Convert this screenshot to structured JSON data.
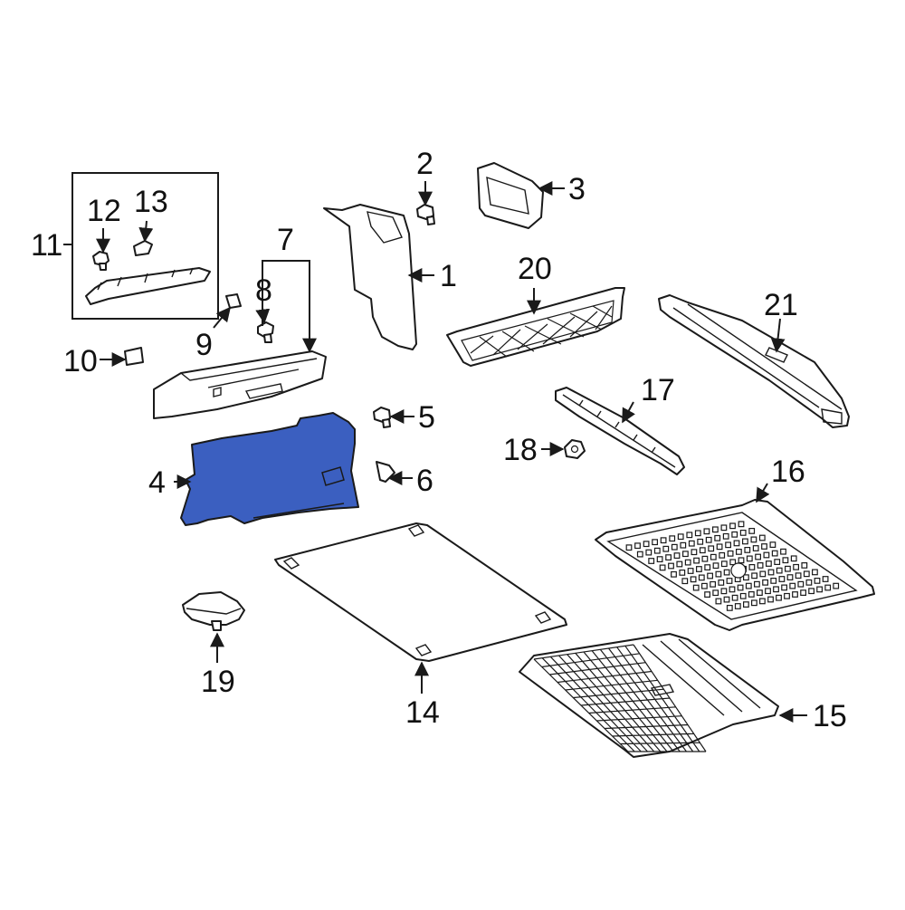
{
  "diagram": {
    "highlight_color": "#3b5fc0",
    "line_color": "#1a1a1a",
    "background_color": "#ffffff",
    "callouts": [
      {
        "id": "1",
        "label": "1"
      },
      {
        "id": "2",
        "label": "2"
      },
      {
        "id": "3",
        "label": "3"
      },
      {
        "id": "4",
        "label": "4"
      },
      {
        "id": "5",
        "label": "5"
      },
      {
        "id": "6",
        "label": "6"
      },
      {
        "id": "7",
        "label": "7"
      },
      {
        "id": "8",
        "label": "8"
      },
      {
        "id": "9",
        "label": "9"
      },
      {
        "id": "10",
        "label": "10"
      },
      {
        "id": "11",
        "label": "11"
      },
      {
        "id": "12",
        "label": "12"
      },
      {
        "id": "13",
        "label": "13"
      },
      {
        "id": "14",
        "label": "14"
      },
      {
        "id": "15",
        "label": "15"
      },
      {
        "id": "16",
        "label": "16"
      },
      {
        "id": "17",
        "label": "17"
      },
      {
        "id": "18",
        "label": "18"
      },
      {
        "id": "19",
        "label": "19"
      },
      {
        "id": "20",
        "label": "20"
      },
      {
        "id": "21",
        "label": "21"
      }
    ],
    "highlighted_part": "4"
  }
}
